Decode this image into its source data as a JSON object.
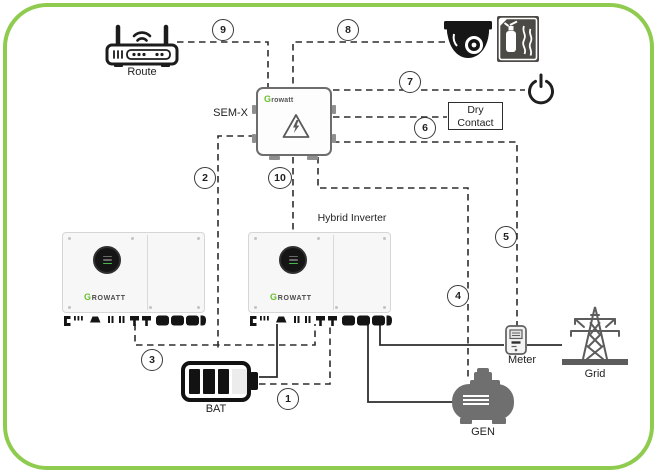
{
  "colors": {
    "frame_green": "#8fcb4e",
    "line": "#2d2d2d",
    "brand_green": "#6abf2e"
  },
  "devices": {
    "router": {
      "label": "Route"
    },
    "semx": {
      "label": "SEM-X",
      "logo_g": "G",
      "logo_rest": "rowatt"
    },
    "dry_contact": {
      "line1": "Dry",
      "line2": "Contact"
    },
    "hybrid_inverter": {
      "label": "Hybrid Inverter"
    },
    "inverter_logo": {
      "logo_g": "G",
      "logo_rest": "ROWATT"
    },
    "battery": {
      "label": "BAT"
    },
    "generator": {
      "label": "GEN"
    },
    "meter": {
      "label": "Meter"
    },
    "grid": {
      "label": "Grid"
    }
  },
  "badges": [
    "1",
    "2",
    "3",
    "4",
    "5",
    "6",
    "7",
    "8",
    "9",
    "10"
  ]
}
